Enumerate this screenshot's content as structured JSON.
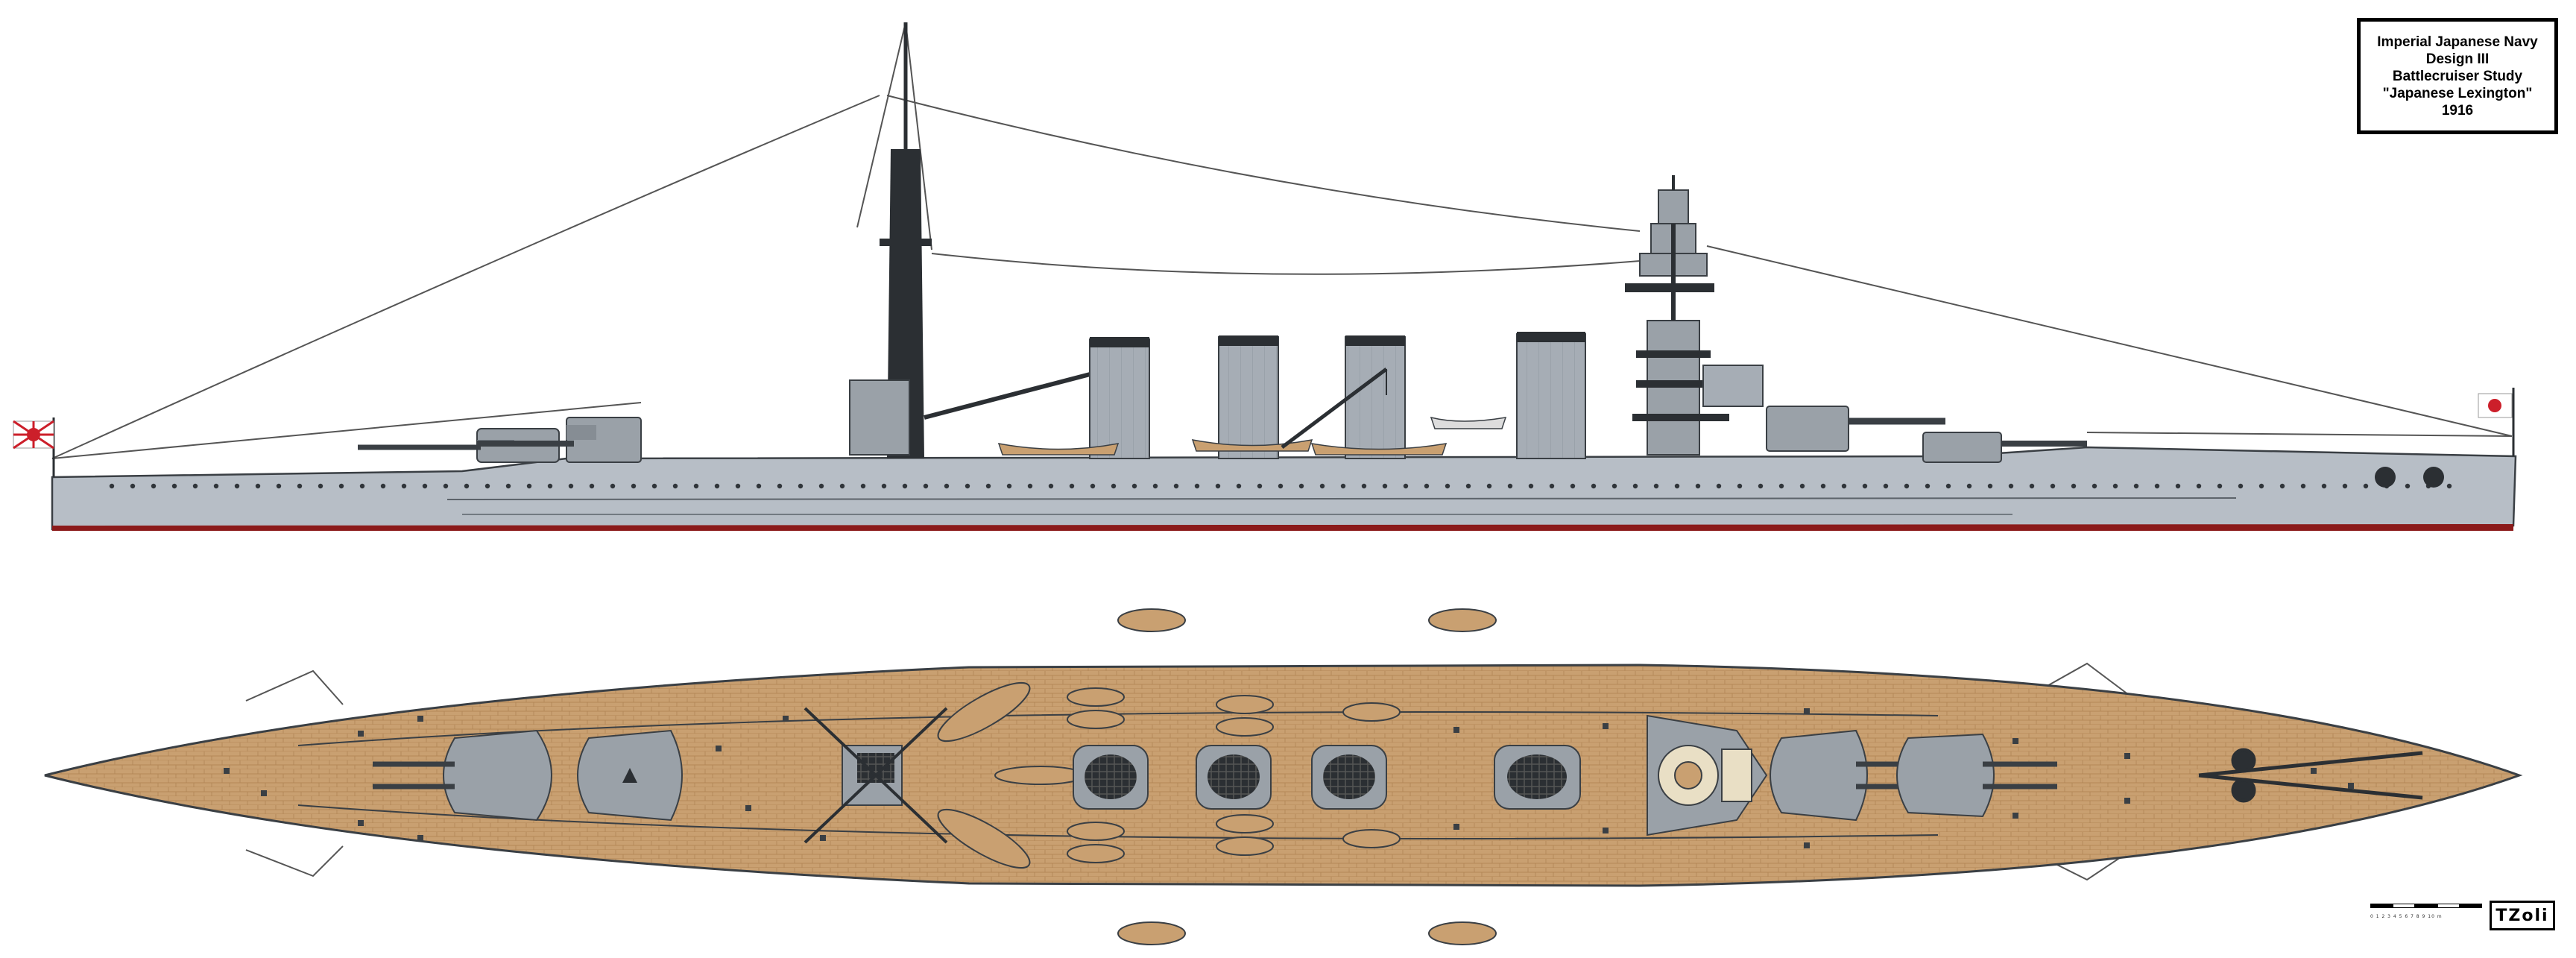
{
  "title_block": {
    "line1": "Imperial Japanese Navy",
    "line2": "Design III",
    "line3": "Battlecruiser Study",
    "line4": "\"Japanese Lexington\"",
    "line5": "1916"
  },
  "scale_bar": {
    "ticks": "0 1 2 3 4 5 6 7 8 9 10 m"
  },
  "signature": "TZoli",
  "colors": {
    "hull_grey": "#b7bec6",
    "hull_dark": "#8a929b",
    "waterline_red": "#8b1a1a",
    "deck_wood": "#c9a071",
    "deck_plank": "#b98d5d",
    "turret_grey": "#9aa1a8",
    "funnel_grey": "#a6adb5",
    "funnel_cap": "#2b2f33",
    "rigging": "#555555",
    "flag_red": "#cc1f2a"
  },
  "icons": {
    "ensign": "rising-sun-flag-icon",
    "jack": "hinomaru-flag-icon"
  }
}
